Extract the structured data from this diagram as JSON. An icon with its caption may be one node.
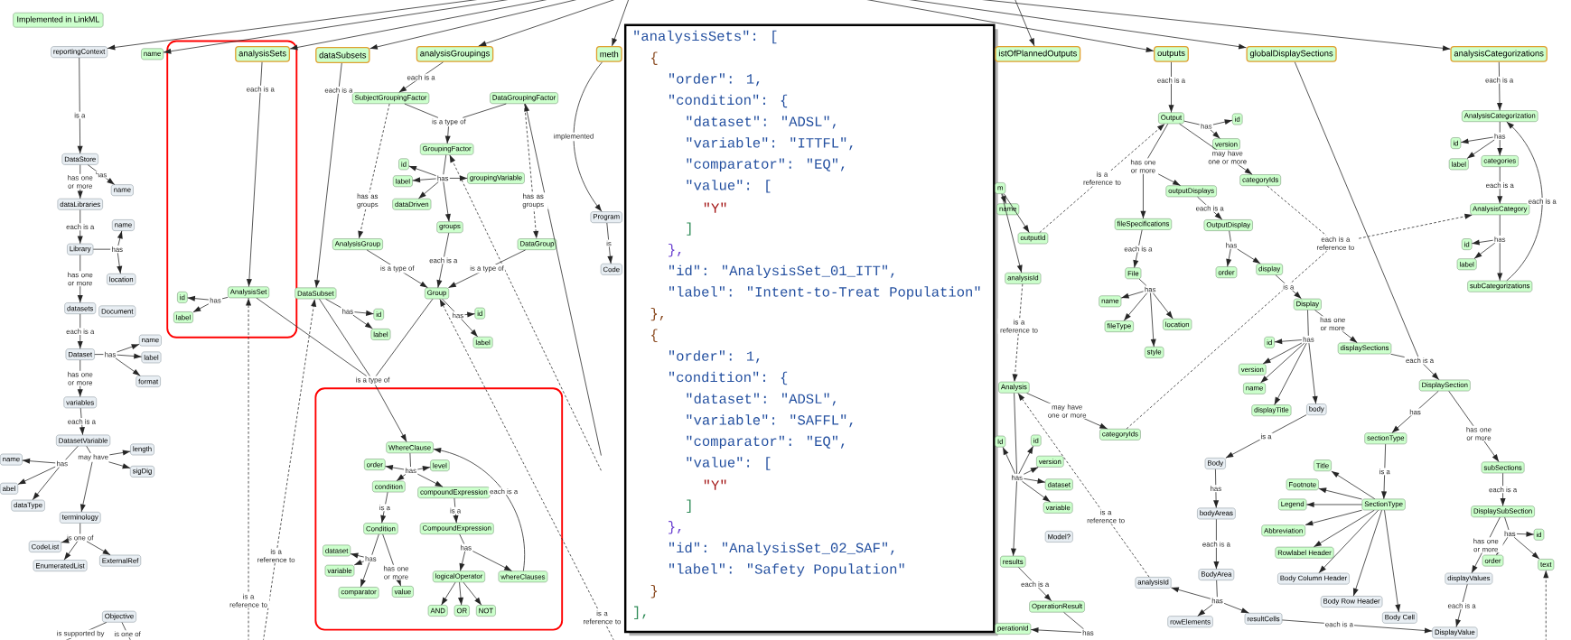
{
  "diagram": {
    "nodes": [
      {
        "text": [
          "reportingContext"
        ]
      },
      {
        "text": [
          "DataStore"
        ]
      },
      {
        "text": [
          "name"
        ]
      },
      {
        "text": [
          "dataLibraries"
        ]
      },
      {
        "text": [
          "name"
        ]
      },
      {
        "text": [
          "Library"
        ]
      },
      {
        "text": [
          "location"
        ]
      },
      {
        "text": [
          "datasets"
        ]
      },
      {
        "text": [
          "Document"
        ]
      },
      {
        "text": [
          "Dataset"
        ]
      },
      {
        "text": [
          "has"
        ]
      },
      {
        "text": [
          "name"
        ]
      },
      {
        "text": [
          "label"
        ]
      },
      {
        "text": [
          "format"
        ]
      },
      {
        "text": [
          "variables"
        ]
      },
      {
        "text": [
          "DatasetVariable"
        ]
      },
      {
        "text": [
          "has"
        ]
      },
      {
        "text": [
          "name"
        ]
      },
      {
        "text": [
          "abel"
        ]
      },
      {
        "text": [
          "dataType"
        ]
      },
      {
        "text": [
          "may have"
        ]
      },
      {
        "text": [
          "length"
        ]
      },
      {
        "text": [
          "sigDig"
        ]
      },
      {
        "text": [
          "terminology"
        ]
      },
      {
        "text": [
          "is one of"
        ]
      },
      {
        "text": [
          "CodeList"
        ]
      },
      {
        "text": [
          "EnumeratedList"
        ]
      },
      {
        "text": [
          "ExternalRef"
        ]
      },
      {
        "text": [
          "Objective"
        ]
      },
      {
        "text": [
          "name"
        ]
      },
      {
        "text": [],
        "shape": "box"
      },
      {
        "text": [
          "analysisSets"
        ],
        "in": 30
      },
      {
        "text": [
          "AnalysisSet"
        ],
        "in": 30
      },
      {
        "text": [
          "has"
        ],
        "in": 30
      },
      {
        "text": [
          "id"
        ],
        "in": 30
      },
      {
        "text": [
          "label"
        ],
        "in": 30
      },
      {
        "text": [
          "dataSubsets"
        ]
      },
      {
        "text": [
          "DataSubset"
        ]
      },
      {
        "text": [
          "has"
        ]
      },
      {
        "text": [
          "id"
        ]
      },
      {
        "text": [
          "label"
        ]
      },
      {
        "text": [
          "analysisGroupings"
        ]
      },
      {
        "text": [
          "SubjectGroupingFactor"
        ]
      },
      {
        "text": [
          "DataGroupingFactor"
        ]
      },
      {
        "text": [
          "is a type of"
        ]
      },
      {
        "text": [
          "GroupingFactor"
        ]
      },
      {
        "text": [
          "id"
        ]
      },
      {
        "text": [
          "label"
        ]
      },
      {
        "text": [
          "has"
        ]
      },
      {
        "text": [
          "groupingVariable"
        ]
      },
      {
        "text": [
          "dataDriven"
        ]
      },
      {
        "text": [
          "groups"
        ]
      },
      {
        "text": [
          "AnalysisGroup"
        ]
      },
      {
        "text": [
          "DataGroup"
        ]
      },
      {
        "text": [
          "Group"
        ]
      },
      {
        "text": [
          "has"
        ]
      },
      {
        "text": [
          "id"
        ]
      },
      {
        "text": [
          "label"
        ]
      },
      {
        "text": [
          "is a type of"
        ]
      },
      {
        "text": [],
        "shape": "box"
      },
      {
        "text": [
          "WhereClause"
        ],
        "in": 59
      },
      {
        "text": [
          "order"
        ],
        "in": 59
      },
      {
        "text": [
          "has"
        ],
        "in": 59
      },
      {
        "text": [
          "level"
        ],
        "in": 59
      },
      {
        "text": [
          "condition"
        ],
        "in": 59
      },
      {
        "text": [
          "compoundExpression"
        ],
        "in": 59
      },
      {
        "text": [
          "Condition"
        ],
        "in": 59
      },
      {
        "text": [
          "CompoundExpression"
        ],
        "in": 59
      },
      {
        "text": [
          "dataset"
        ],
        "in": 59
      },
      {
        "text": [
          "has"
        ],
        "in": 59
      },
      {
        "text": [
          "variable"
        ],
        "in": 59
      },
      {
        "text": [
          "comparator"
        ],
        "in": 59
      },
      {
        "text": [
          "value"
        ],
        "in": 59
      },
      {
        "text": [
          "has"
        ],
        "in": 59
      },
      {
        "text": [
          "logicalOperator"
        ],
        "in": 59
      },
      {
        "text": [
          "whereClauses"
        ],
        "in": 59
      },
      {
        "text": [
          "AND"
        ],
        "in": 59
      },
      {
        "text": [
          "OR"
        ],
        "in": 59
      },
      {
        "text": [
          "NOT"
        ],
        "in": 59
      },
      {
        "text": [
          "meth"
        ]
      },
      {
        "text": [
          "Program"
        ]
      },
      {
        "text": [
          "Code"
        ]
      },
      {
        "text": [
          "\"analysisSets\": [",
          "{",
          "\"order\": 1,",
          "\"condition\": {",
          "\"dataset\": \"ADSL\",",
          "\"variable\": \"ITTFL\",",
          "\"comparator\": \"EQ\",",
          "\"value\": [",
          "\"Y\"",
          "]",
          "},",
          "\"id\": \"AnalysisSet_01_ITT\",",
          "\"label\": \"Intent-to-Treat Population\"",
          "},",
          "{",
          "\"order\": 1,",
          "\"condition\": {",
          "\"dataset\": \"ADSL\",",
          "\"variable\": \"SAFFL\",",
          "\"comparator\": \"EQ\",",
          "\"value\": [",
          "\"Y\"",
          "]",
          "},",
          "\"id\": \"AnalysisSet_02_SAF\",",
          "\"label\": \"Safety Population\"",
          "}",
          "],"
        ]
      },
      {
        "text": [
          "istOfPlannedOutputs"
        ]
      },
      {
        "text": [
          "outputs"
        ]
      },
      {
        "text": [
          "globalDisplaySections"
        ]
      },
      {
        "text": [
          "analysisCategorizations"
        ]
      },
      {
        "text": [
          "m"
        ]
      },
      {
        "text": [
          "name"
        ]
      },
      {
        "text": [
          "outputId"
        ]
      },
      {
        "text": [
          "analysisId"
        ]
      },
      {
        "text": [
          "Output"
        ]
      },
      {
        "text": [
          "has"
        ]
      },
      {
        "text": [
          "id"
        ]
      },
      {
        "text": [
          "version"
        ]
      },
      {
        "text": [
          "categoryIds"
        ]
      },
      {
        "text": [
          "outputDisplays"
        ]
      },
      {
        "text": [
          "fileSpecifications"
        ]
      },
      {
        "text": [
          "OutputDisplay"
        ]
      },
      {
        "text": [
          "File"
        ]
      },
      {
        "text": [
          "has"
        ]
      },
      {
        "text": [
          "name"
        ]
      },
      {
        "text": [
          "fileType"
        ]
      },
      {
        "text": [
          "location"
        ]
      },
      {
        "text": [
          "style"
        ]
      },
      {
        "text": [
          "has"
        ]
      },
      {
        "text": [
          "order"
        ]
      },
      {
        "text": [
          "display"
        ]
      },
      {
        "text": [
          "Display"
        ]
      },
      {
        "text": [
          "has"
        ]
      },
      {
        "text": [
          "id"
        ]
      },
      {
        "text": [
          "version"
        ]
      },
      {
        "text": [
          "name"
        ]
      },
      {
        "text": [
          "displayTitle"
        ]
      },
      {
        "text": [
          "body"
        ]
      },
      {
        "text": [
          "displaySections"
        ]
      },
      {
        "text": [
          "each is a"
        ]
      },
      {
        "text": [
          "each is a reference to"
        ]
      },
      {
        "text": [
          "AnalysisCategorization"
        ]
      },
      {
        "text": [
          "has"
        ]
      },
      {
        "text": [
          "id"
        ]
      },
      {
        "text": [
          "label"
        ]
      },
      {
        "text": [
          "categories"
        ]
      },
      {
        "text": [
          "AnalysisCategory"
        ]
      },
      {
        "text": [
          "has"
        ]
      },
      {
        "text": [
          "id"
        ]
      },
      {
        "text": [
          "label"
        ]
      },
      {
        "text": [
          "subCategorizations"
        ]
      },
      {
        "text": [
          "Analysis"
        ]
      },
      {
        "text": [
          "categoryIds"
        ]
      },
      {
        "text": [
          "Id"
        ]
      },
      {
        "text": [
          "id"
        ]
      },
      {
        "text": [
          "has"
        ]
      },
      {
        "text": [
          "version"
        ]
      },
      {
        "text": [
          "dataset"
        ]
      },
      {
        "text": [
          "variable"
        ]
      },
      {
        "text": [
          "Model?"
        ]
      },
      {
        "text": [
          "results"
        ]
      },
      {
        "text": [
          "OperationResult"
        ]
      },
      {
        "text": [
          "has"
        ]
      },
      {
        "text": [
          "perationId"
        ]
      },
      {
        "text": [
          "Body"
        ]
      },
      {
        "text": [
          "bodyAreas"
        ]
      },
      {
        "text": [
          "BodyArea"
        ]
      },
      {
        "text": [
          "has"
        ]
      },
      {
        "text": [
          "analysisId"
        ]
      },
      {
        "text": [
          "rowElements"
        ]
      },
      {
        "text": [
          "resultCells"
        ]
      },
      {
        "text": [
          "DisplaySection"
        ]
      },
      {
        "text": [
          "sectionType"
        ]
      },
      {
        "text": [
          "SectionType"
        ]
      },
      {
        "text": [
          "Title"
        ]
      },
      {
        "text": [
          "Footnote"
        ]
      },
      {
        "text": [
          "Legend"
        ]
      },
      {
        "text": [
          "Abbreviation"
        ]
      },
      {
        "text": [
          "Rowlabel Header"
        ]
      },
      {
        "text": [
          "Body Column Header"
        ]
      },
      {
        "text": [
          "Body Row Header"
        ]
      },
      {
        "text": [
          "Body Cell"
        ]
      },
      {
        "text": [
          "subSections"
        ]
      },
      {
        "text": [
          "DisplaySubSection"
        ]
      },
      {
        "text": [
          "has"
        ]
      },
      {
        "text": [
          "id"
        ]
      },
      {
        "text": [
          "order"
        ]
      },
      {
        "text": [
          "text"
        ]
      },
      {
        "text": [
          "displayValues"
        ]
      },
      {
        "text": [
          "DisplayValue"
        ]
      },
      {
        "text": [
          "has one or more"
        ]
      },
      {
        "text": [
          "has"
        ]
      }
    ],
    "edges": [
      {
        "from": null,
        "to": 0,
        "arrow": "to"
      },
      {
        "from": null,
        "to": 29,
        "arrow": "to"
      },
      {
        "from": null,
        "to": 31,
        "arrow": "to"
      },
      {
        "from": null,
        "to": 36,
        "arrow": "to"
      },
      {
        "from": null,
        "to": 41,
        "arrow": "to"
      },
      {
        "from": null,
        "to": 79,
        "arrow": "to"
      },
      {
        "from": null,
        "to": 83,
        "arrow": "to"
      },
      {
        "from": null,
        "to": 84,
        "arrow": "to"
      },
      {
        "from": null,
        "to": 85,
        "arrow": "to"
      },
      {
        "from": null,
        "to": 86,
        "arrow": "to"
      },
      {
        "from": 0,
        "to": 1,
        "arrow": "to",
        "label": "is a"
      },
      {
        "from": 1,
        "to": 2,
        "arrow": "to",
        "label": "has"
      },
      {
        "from": 1,
        "to": 3,
        "arrow": "to",
        "label": "has one or more"
      },
      {
        "from": 3,
        "to": 5,
        "arrow": "to",
        "label": "each is a"
      },
      {
        "from": 5,
        "to": 168,
        "arrow": "none"
      },
      {
        "from": 168,
        "to": 4,
        "arrow": "to"
      },
      {
        "from": 168,
        "to": 6,
        "arrow": "to"
      },
      {
        "from": 5,
        "to": 7,
        "arrow": "to",
        "label": "has one or more"
      },
      {
        "from": 7,
        "to": 9,
        "arrow": "to",
        "label": "each is a"
      },
      {
        "from": 9,
        "to": 10,
        "arrow": "none"
      },
      {
        "from": 10,
        "to": 11,
        "arrow": "to"
      },
      {
        "from": 10,
        "to": 12,
        "arrow": "to"
      },
      {
        "from": 10,
        "to": 13,
        "arrow": "to"
      },
      {
        "from": 9,
        "to": 14,
        "arrow": "to",
        "label": "has one or more"
      },
      {
        "from": 14,
        "to": 15,
        "arrow": "to",
        "label": "each is a"
      },
      {
        "from": 15,
        "to": 16,
        "arrow": "none"
      },
      {
        "from": 16,
        "to": 17,
        "arrow": "to"
      },
      {
        "from": 16,
        "to": 18,
        "arrow": "to"
      },
      {
        "from": 16,
        "to": 19,
        "arrow": "to"
      },
      {
        "from": 15,
        "to": 20,
        "arrow": "none"
      },
      {
        "from": 20,
        "to": 21,
        "arrow": "to"
      },
      {
        "from": 20,
        "to": 22,
        "arrow": "to"
      },
      {
        "from": 20,
        "to": 23,
        "arrow": "to"
      },
      {
        "from": 23,
        "to": 24,
        "arrow": "none"
      },
      {
        "from": 24,
        "to": 25,
        "arrow": "to"
      },
      {
        "from": 24,
        "to": 26,
        "arrow": "to"
      },
      {
        "from": 24,
        "to": 27,
        "arrow": "to"
      },
      {
        "from": 28,
        "to": null,
        "arrow": "none",
        "label": "is supported by"
      },
      {
        "from": 28,
        "to": null,
        "arrow": "none",
        "label": "is one of"
      },
      {
        "from": 31,
        "to": 32,
        "arrow": "to",
        "label": "each is a"
      },
      {
        "from": 32,
        "to": 33,
        "arrow": "none"
      },
      {
        "from": 33,
        "to": 34,
        "arrow": "to"
      },
      {
        "from": 33,
        "to": 35,
        "arrow": "to"
      },
      {
        "from": 32,
        "to": 58,
        "arrow": "none"
      },
      {
        "from": null,
        "to": 32,
        "arrow": "to",
        "style": "dashed",
        "label": "is a reference to"
      },
      {
        "from": 36,
        "to": 37,
        "arrow": "to",
        "label": "each is a"
      },
      {
        "from": 37,
        "to": 38,
        "arrow": "none"
      },
      {
        "from": 38,
        "to": 39,
        "arrow": "to"
      },
      {
        "from": 38,
        "to": 40,
        "arrow": "to"
      },
      {
        "from": 37,
        "to": 58,
        "arrow": "none"
      },
      {
        "from": null,
        "to": 37,
        "arrow": "to",
        "style": "dashed",
        "label": "is a reference to"
      },
      {
        "from": 41,
        "to": 42,
        "arrow": "to",
        "label": "each is a"
      },
      {
        "from": 42,
        "to": 44,
        "arrow": "none"
      },
      {
        "from": 43,
        "to": 44,
        "arrow": "none"
      },
      {
        "from": 44,
        "to": 45,
        "arrow": "to"
      },
      {
        "from": 45,
        "to": 48,
        "arrow": "none"
      },
      {
        "from": 48,
        "to": 46,
        "arrow": "to"
      },
      {
        "from": 48,
        "to": 47,
        "arrow": "to"
      },
      {
        "from": 48,
        "to": 49,
        "arrow": "to"
      },
      {
        "from": 48,
        "to": 50,
        "arrow": "to"
      },
      {
        "from": 48,
        "to": 51,
        "arrow": "to"
      },
      {
        "from": 42,
        "to": 52,
        "arrow": "to",
        "style": "dashed",
        "label": "has as groups"
      },
      {
        "from": 43,
        "to": 53,
        "arrow": "to",
        "style": "dashed",
        "label": "has as groups"
      },
      {
        "from": 52,
        "to": 54,
        "arrow": "to",
        "label": "is a type of"
      },
      {
        "from": 53,
        "to": 54,
        "arrow": "to",
        "label": "is a type of"
      },
      {
        "from": 51,
        "to": 54,
        "arrow": "to",
        "label": "each is a"
      },
      {
        "from": 54,
        "to": 55,
        "arrow": "none"
      },
      {
        "from": 55,
        "to": 56,
        "arrow": "to"
      },
      {
        "from": 55,
        "to": 57,
        "arrow": "to"
      },
      {
        "from": 54,
        "to": 58,
        "arrow": "none"
      },
      {
        "from": 58,
        "to": 60,
        "arrow": "to"
      },
      {
        "from": null,
        "to": 45,
        "arrow": "to",
        "style": "dashed"
      },
      {
        "from": null,
        "to": 54,
        "arrow": "to",
        "style": "dashed",
        "label": "is a reference to"
      },
      {
        "from": null,
        "to": 43,
        "arrow": "to"
      },
      {
        "from": 60,
        "to": 62,
        "arrow": "none"
      },
      {
        "from": 62,
        "to": 61,
        "arrow": "to"
      },
      {
        "from": 62,
        "to": 63,
        "arrow": "to"
      },
      {
        "from": 62,
        "to": 64,
        "arrow": "to"
      },
      {
        "from": 62,
        "to": 65,
        "arrow": "to"
      },
      {
        "from": 64,
        "to": 66,
        "arrow": "to",
        "label": "is a"
      },
      {
        "from": 65,
        "to": 67,
        "arrow": "to",
        "label": "is a"
      },
      {
        "from": 66,
        "to": 69,
        "arrow": "none"
      },
      {
        "from": 69,
        "to": 68,
        "arrow": "to"
      },
      {
        "from": 69,
        "to": 70,
        "arrow": "to"
      },
      {
        "from": 69,
        "to": 71,
        "arrow": "to"
      },
      {
        "from": 66,
        "to": 72,
        "arrow": "to",
        "label": "has one or more"
      },
      {
        "from": 67,
        "to": 73,
        "arrow": "none"
      },
      {
        "from": 73,
        "to": 74,
        "arrow": "to"
      },
      {
        "from": 73,
        "to": 75,
        "arrow": "to"
      },
      {
        "from": 74,
        "to": 76,
        "arrow": "to"
      },
      {
        "from": 74,
        "to": 77,
        "arrow": "to"
      },
      {
        "from": 74,
        "to": 78,
        "arrow": "to"
      },
      {
        "from": 75,
        "to": 60,
        "arrow": "to",
        "label": "each is a"
      },
      {
        "from": 79,
        "to": 80,
        "arrow": "to",
        "label": "implemented"
      },
      {
        "from": 80,
        "to": 81,
        "arrow": "to",
        "label": "is"
      },
      {
        "from": 84,
        "to": 91,
        "arrow": "to",
        "label": "each is a"
      },
      {
        "from": 91,
        "to": 92,
        "arrow": "none"
      },
      {
        "from": 92,
        "to": 93,
        "arrow": "to"
      },
      {
        "from": 92,
        "to": 94,
        "arrow": "to"
      },
      {
        "from": 91,
        "to": 167,
        "arrow": "none"
      },
      {
        "from": 167,
        "to": 97,
        "arrow": "to"
      },
      {
        "from": 167,
        "to": 96,
        "arrow": "to"
      },
      {
        "from": 91,
        "to": 95,
        "arrow": "to",
        "label": "may have one or more"
      },
      {
        "from": 87,
        "to": 88,
        "arrow": "to"
      },
      {
        "from": 87,
        "to": 89,
        "arrow": "to"
      },
      {
        "from": 87,
        "to": 90,
        "arrow": "to"
      },
      {
        "from": 89,
        "to": 91,
        "arrow": "to",
        "style": "dashed",
        "label": "is a reference to"
      },
      {
        "from": 90,
        "to": 128,
        "arrow": "to",
        "style": "dashed",
        "label": "is a reference to"
      },
      {
        "from": 97,
        "to": 99,
        "arrow": "to",
        "label": "each is a"
      },
      {
        "from": 99,
        "to": 100,
        "arrow": "none"
      },
      {
        "from": 100,
        "to": 101,
        "arrow": "to"
      },
      {
        "from": 100,
        "to": 102,
        "arrow": "to"
      },
      {
        "from": 100,
        "to": 103,
        "arrow": "to"
      },
      {
        "from": 100,
        "to": 104,
        "arrow": "to"
      },
      {
        "from": 96,
        "to": 98,
        "arrow": "to",
        "label": "each is a"
      },
      {
        "from": 98,
        "to": 105,
        "arrow": "none"
      },
      {
        "from": 105,
        "to": 106,
        "arrow": "to"
      },
      {
        "from": 105,
        "to": 107,
        "arrow": "to"
      },
      {
        "from": 107,
        "to": 108,
        "arrow": "to",
        "label": "is a"
      },
      {
        "from": 108,
        "to": 109,
        "arrow": "none"
      },
      {
        "from": 109,
        "to": 110,
        "arrow": "to"
      },
      {
        "from": 109,
        "to": 111,
        "arrow": "to"
      },
      {
        "from": 109,
        "to": 112,
        "arrow": "to"
      },
      {
        "from": 109,
        "to": 113,
        "arrow": "to"
      },
      {
        "from": 109,
        "to": 114,
        "arrow": "to"
      },
      {
        "from": 108,
        "to": 115,
        "arrow": "to",
        "label": "has one or more"
      },
      {
        "from": 115,
        "to": 116,
        "arrow": "none"
      },
      {
        "from": 85,
        "to": 116,
        "arrow": "none"
      },
      {
        "from": 116,
        "to": 148,
        "arrow": "to"
      },
      {
        "from": 95,
        "to": 117,
        "arrow": "none",
        "style": "dashed"
      },
      {
        "from": 129,
        "to": 117,
        "arrow": "none",
        "style": "dashed"
      },
      {
        "from": 117,
        "to": 123,
        "arrow": "to",
        "style": "dashed"
      },
      {
        "from": 86,
        "to": 118,
        "arrow": "to",
        "label": "each is a"
      },
      {
        "from": 118,
        "to": 119,
        "arrow": "none"
      },
      {
        "from": 119,
        "to": 120,
        "arrow": "to"
      },
      {
        "from": 119,
        "to": 121,
        "arrow": "to"
      },
      {
        "from": 119,
        "to": 122,
        "arrow": "to"
      },
      {
        "from": 122,
        "to": 123,
        "arrow": "to",
        "label": "each is a"
      },
      {
        "from": 123,
        "to": 124,
        "arrow": "none"
      },
      {
        "from": 124,
        "to": 125,
        "arrow": "to"
      },
      {
        "from": 124,
        "to": 126,
        "arrow": "to"
      },
      {
        "from": 124,
        "to": 127,
        "arrow": "to"
      },
      {
        "from": 127,
        "to": 118,
        "arrow": "to",
        "label": "each is a"
      },
      {
        "from": 128,
        "to": 129,
        "arrow": "to",
        "label": "may have one or more"
      },
      {
        "from": 128,
        "to": 132,
        "arrow": "none"
      },
      {
        "from": 132,
        "to": 130,
        "arrow": "to"
      },
      {
        "from": 132,
        "to": 131,
        "arrow": "to"
      },
      {
        "from": 132,
        "to": 133,
        "arrow": "to"
      },
      {
        "from": 132,
        "to": 134,
        "arrow": "to"
      },
      {
        "from": 132,
        "to": 135,
        "arrow": "to"
      },
      {
        "from": 132,
        "to": 137,
        "arrow": "to"
      },
      {
        "from": 137,
        "to": 138,
        "arrow": "to",
        "label": "each is a"
      },
      {
        "from": 138,
        "to": 139,
        "arrow": "none"
      },
      {
        "from": 139,
        "to": 140,
        "arrow": "to"
      },
      {
        "from": 114,
        "to": 141,
        "arrow": "to",
        "label": "is a"
      },
      {
        "from": 141,
        "to": 142,
        "arrow": "to",
        "label": "has"
      },
      {
        "from": 142,
        "to": 143,
        "arrow": "to",
        "label": "each is a"
      },
      {
        "from": 143,
        "to": 144,
        "arrow": "none"
      },
      {
        "from": 144,
        "to": 145,
        "arrow": "to"
      },
      {
        "from": 144,
        "to": 146,
        "arrow": "to"
      },
      {
        "from": 144,
        "to": 147,
        "arrow": "to"
      },
      {
        "from": 145,
        "to": 128,
        "arrow": "to",
        "style": "dashed",
        "label": "is a reference to"
      },
      {
        "from": 147,
        "to": 166,
        "arrow": "to",
        "label": "each is a"
      },
      {
        "from": 148,
        "to": 149,
        "arrow": "to",
        "label": "has"
      },
      {
        "from": 148,
        "to": 159,
        "arrow": "to",
        "label": "has one or more"
      },
      {
        "from": 149,
        "to": 150,
        "arrow": "to",
        "label": "is a"
      },
      {
        "from": 150,
        "to": 151,
        "arrow": "to"
      },
      {
        "from": 150,
        "to": 152,
        "arrow": "to"
      },
      {
        "from": 150,
        "to": 153,
        "arrow": "to"
      },
      {
        "from": 150,
        "to": 154,
        "arrow": "to"
      },
      {
        "from": 150,
        "to": 155,
        "arrow": "to"
      },
      {
        "from": 150,
        "to": 156,
        "arrow": "to"
      },
      {
        "from": 150,
        "to": 157,
        "arrow": "to"
      },
      {
        "from": 150,
        "to": 158,
        "arrow": "to"
      },
      {
        "from": 159,
        "to": 160,
        "arrow": "to",
        "label": "each is a"
      },
      {
        "from": 160,
        "to": 161,
        "arrow": "none"
      },
      {
        "from": 161,
        "to": 162,
        "arrow": "to"
      },
      {
        "from": 161,
        "to": 163,
        "arrow": "to"
      },
      {
        "from": 161,
        "to": 164,
        "arrow": "to"
      },
      {
        "from": 160,
        "to": 165,
        "arrow": "to",
        "label": "has one or more"
      },
      {
        "from": 165,
        "to": 166,
        "arrow": "to",
        "label": "each is a"
      },
      {
        "from": null,
        "to": 164,
        "arrow": "to",
        "style": "dashed"
      }
    ],
    "legend": [
      {
        "text": "Implemented in LinkML",
        "color": "#ccffcc"
      }
    ]
  }
}
